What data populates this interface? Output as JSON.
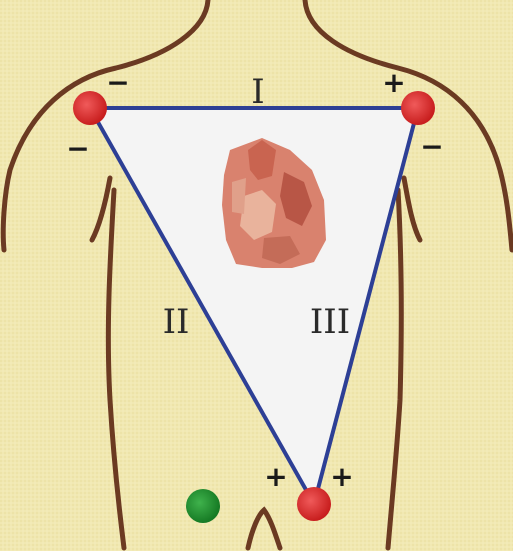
{
  "leads": {
    "lead_1": "I",
    "lead_2": "II",
    "lead_3": "III"
  },
  "polarity": {
    "right_arm_top": "−",
    "right_arm_side": "−",
    "left_arm_top": "+",
    "left_arm_side": "−",
    "left_leg_left": "+",
    "left_leg_right": "+"
  },
  "colors": {
    "background": "#f1e8b2",
    "body_outline": "#6b3a22",
    "triangle_fill": "#f4f4f4",
    "triangle_edge": "#2d3f95",
    "electrode_red": "#d92b2b",
    "electrode_green": "#1f8f2e",
    "heart": "#d9826e"
  },
  "icons": [
    "heart-icon",
    "electrode-icon",
    "ground-electrode-icon"
  ]
}
